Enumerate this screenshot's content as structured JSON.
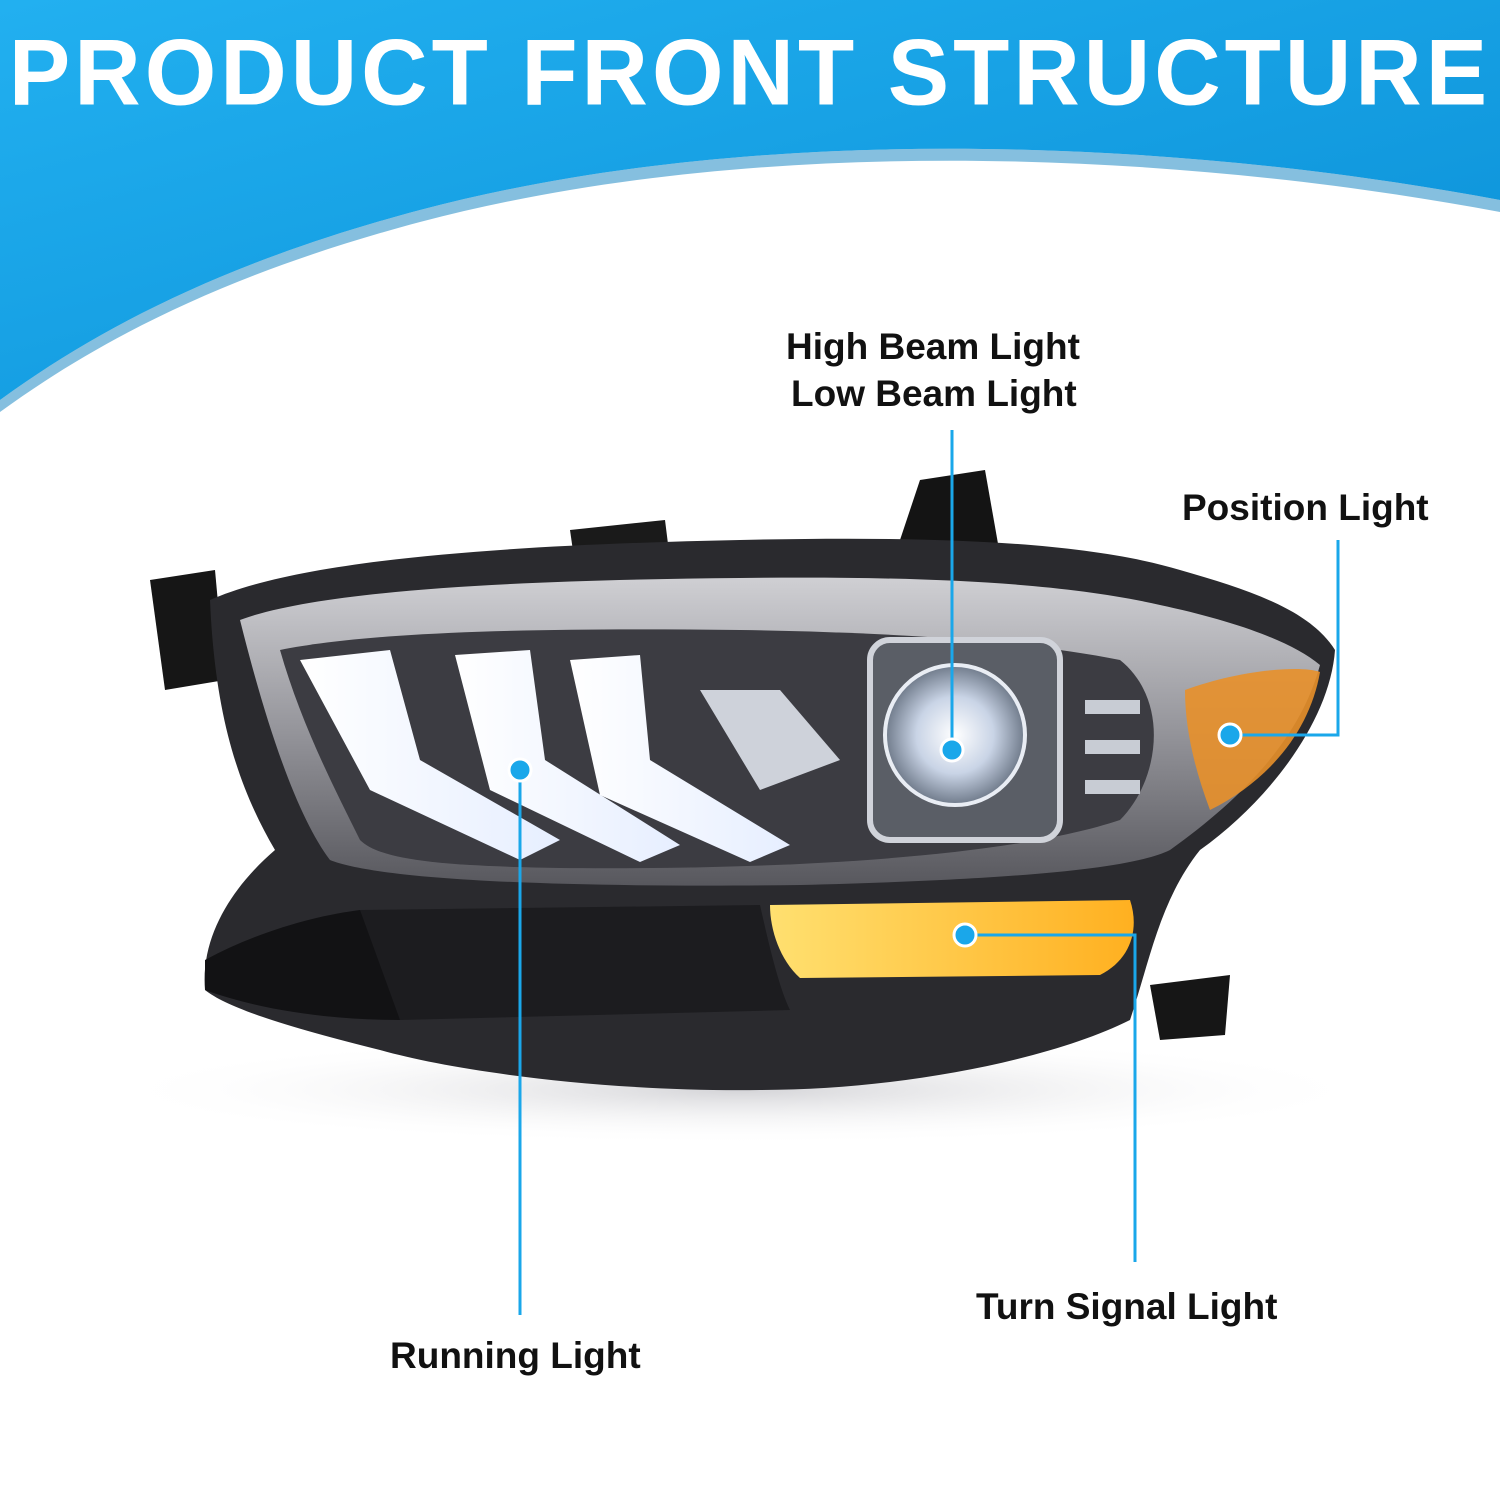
{
  "header": {
    "title": "PRODUCT FRONT STRUCTURE",
    "color": "#1aa7ea"
  },
  "callouts": {
    "high_beam": "High Beam Light",
    "low_beam": "Low Beam Light",
    "position": "Position Light",
    "running": "Running Light",
    "turn_signal": "Turn Signal Light",
    "marker_color": "#1aa7ea"
  }
}
